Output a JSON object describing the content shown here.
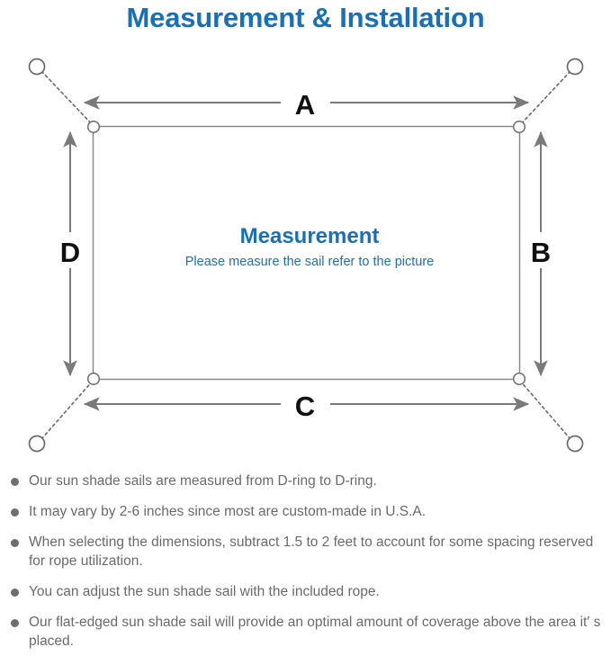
{
  "page": {
    "title": "Measurement & Installation",
    "title_color": "#1B6FB2",
    "background_color": "#FFFFFF"
  },
  "diagram": {
    "name": "sun-shade-sail-measurement-diagram",
    "sail": {
      "heading": "Measurement",
      "subheading": "Please measure the sail refer to the picture",
      "heading_color": "#1B6FB2",
      "subheading_color": "#2A6F9E",
      "outline_color": "#8A8A8A"
    },
    "dimension_labels": {
      "top": "A",
      "right": "B",
      "bottom": "C",
      "left": "D"
    },
    "label_color": "#101010",
    "arrow_color": "#7A7A7A",
    "rope_color": "#6A6A6A",
    "anchor_points": [
      {
        "id": "anchor-top-left",
        "position": "top-left"
      },
      {
        "id": "anchor-top-right",
        "position": "top-right"
      },
      {
        "id": "anchor-bottom-left",
        "position": "bottom-left"
      },
      {
        "id": "anchor-bottom-right",
        "position": "bottom-right"
      }
    ],
    "d_rings": [
      {
        "id": "d-ring-top-left",
        "position": "top-left"
      },
      {
        "id": "d-ring-top-right",
        "position": "top-right"
      },
      {
        "id": "d-ring-bottom-left",
        "position": "bottom-left"
      },
      {
        "id": "d-ring-bottom-right",
        "position": "bottom-right"
      }
    ]
  },
  "notes": {
    "bullet_color": "#6E6E6E",
    "text_color": "#6A6A6A",
    "items": [
      "Our sun shade sails are measured from D-ring to D-ring.",
      "It may vary by 2-6 inches since most are custom-made in U.S.A.",
      "When selecting the dimensions, subtract 1.5 to 2 feet to account for some spacing reserved for rope utilization.",
      "You can adjust the sun shade sail with the included rope.",
      "Our flat-edged sun shade sail will provide an optimal amount of coverage above the area it′ s placed."
    ]
  }
}
